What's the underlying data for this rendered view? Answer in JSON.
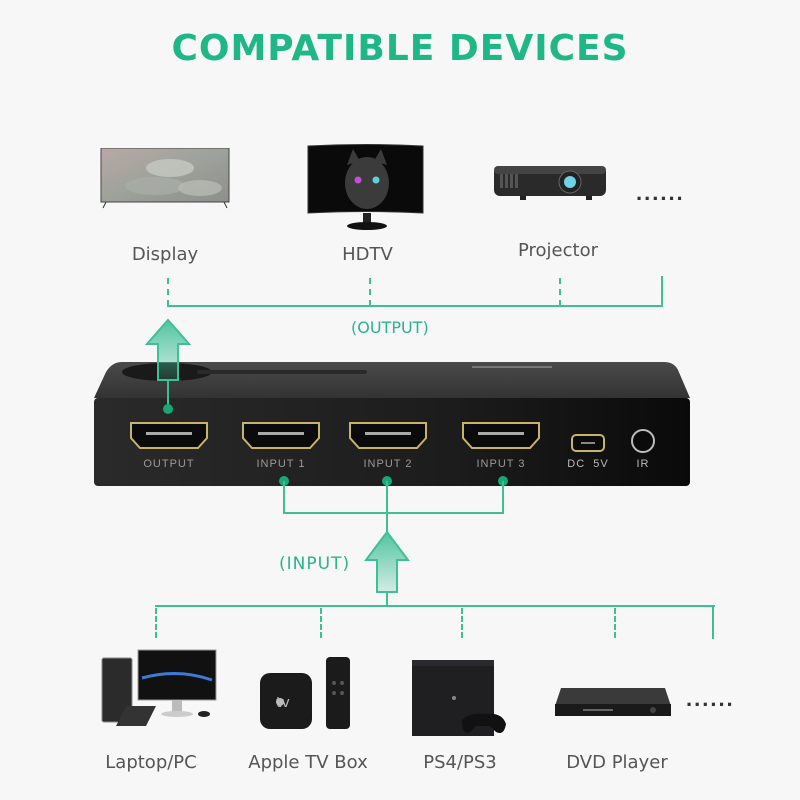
{
  "title": "COMPATIBLE DEVICES",
  "colors": {
    "accent": "#1fb785",
    "line": "#3fbf96",
    "device_body": "#222222",
    "port_gold": "#c9b36a"
  },
  "output_devices": {
    "group_label": "(OUTPUT)",
    "items": [
      {
        "label": "Display",
        "icon": "monitor-display-icon"
      },
      {
        "label": "HDTV",
        "icon": "curved-hdtv-icon"
      },
      {
        "label": "Projector",
        "icon": "projector-icon"
      }
    ],
    "more": "......"
  },
  "switch": {
    "ports": [
      {
        "label": "OUTPUT",
        "icon": "hdmi-port-icon"
      },
      {
        "label": "INPUT 1",
        "icon": "hdmi-port-icon"
      },
      {
        "label": "INPUT 2",
        "icon": "hdmi-port-icon"
      },
      {
        "label": "INPUT 3",
        "icon": "hdmi-port-icon"
      },
      {
        "label": "DC  5V",
        "icon": "micro-usb-port-icon"
      },
      {
        "label": "IR",
        "icon": "ir-jack-icon"
      }
    ]
  },
  "input_devices": {
    "group_label": "(INPUT)",
    "items": [
      {
        "label": "Laptop/PC",
        "icon": "desktop-pc-icon"
      },
      {
        "label": "Apple TV Box",
        "icon": "apple-tv-icon",
        "badge": "tv"
      },
      {
        "label": "PS4/PS3",
        "icon": "playstation-icon"
      },
      {
        "label": "DVD Player",
        "icon": "dvd-player-icon"
      }
    ],
    "more": "......"
  }
}
